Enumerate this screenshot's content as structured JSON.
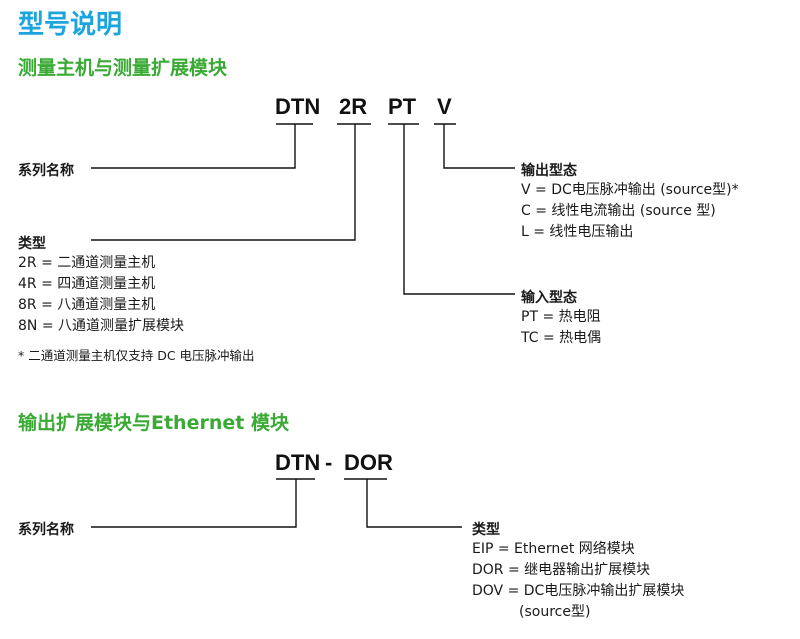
{
  "title": "型号说明",
  "section1": {
    "heading": "测量主机与测量扩展模块",
    "codes": [
      "DTN",
      "2R",
      "PT",
      "V"
    ],
    "series_label": "系列名称",
    "type": {
      "label": "类型",
      "items": [
        "2R = 二通道测量主机",
        "4R = 四通道测量主机",
        "8R = 八通道测量主机",
        "8N = 八通道测量扩展模块"
      ],
      "note": "* 二通道测量主机仅支持 DC 电压脉冲输出"
    },
    "output": {
      "label": "输出型态",
      "items": [
        "V = DC电压脉冲输出 (source型)*",
        "C = 线性电流输出 (source 型)",
        "L = 线性电压输出"
      ]
    },
    "input": {
      "label": "输入型态",
      "items": [
        "PT = 热电阻",
        "TC = 热电偶"
      ]
    }
  },
  "section2": {
    "heading": "输出扩展模块与Ethernet 模块",
    "codes": [
      "DTN",
      "-",
      "DOR"
    ],
    "series_label": "系列名称",
    "type": {
      "label": "类型",
      "items": [
        "EIP = Ethernet 网络模块",
        "DOR = 继电器输出扩展模块",
        "DOV = DC电压脉冲输出扩展模块",
        "(source型)"
      ]
    }
  }
}
